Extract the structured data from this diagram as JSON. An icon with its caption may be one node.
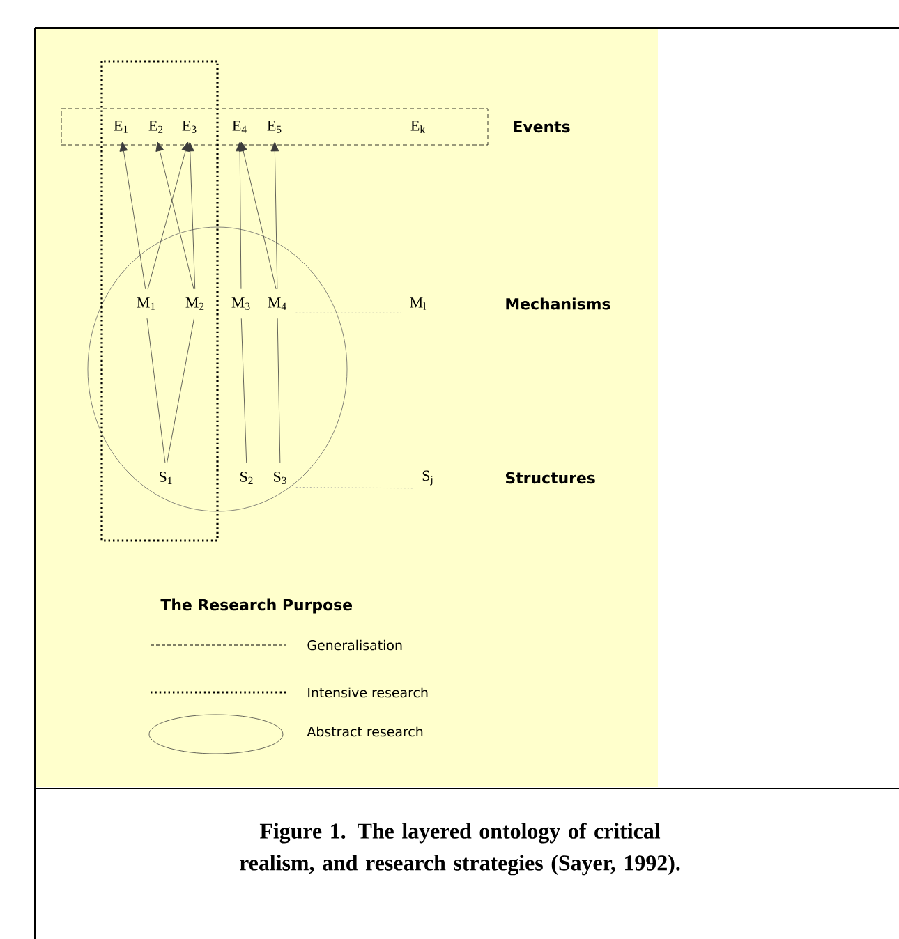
{
  "diagram": {
    "caption": "Figure 1.  The layered ontology of critical realism, and research strategies (Sayer, 1992).",
    "nodes": [
      {
        "text": [
          "Events"
        ]
      },
      {
        "text": [
          "E$_{1}$"
        ],
        "in": 0
      },
      {
        "text": [
          "E$_{2}$"
        ],
        "in": 0
      },
      {
        "text": [
          "E$_{3}$"
        ],
        "in": 0
      },
      {
        "text": [
          "E$_{4}$"
        ],
        "in": 0
      },
      {
        "text": [
          "E$_{5}$"
        ],
        "in": 0
      },
      {
        "text": [
          "E$_{k}$"
        ],
        "in": 0
      },
      {
        "text": [
          "M$_{1}$"
        ]
      },
      {
        "text": [
          "M$_{2}$"
        ]
      },
      {
        "text": [
          "M$_{3}$"
        ]
      },
      {
        "text": [
          "M$_{4}$"
        ]
      },
      {
        "text": [
          "M$_{l}$"
        ]
      },
      {
        "text": [
          "S$_{1}$"
        ]
      },
      {
        "text": [
          "S$_{2}$"
        ]
      },
      {
        "text": [
          "S$_{3}$"
        ]
      },
      {
        "text": [
          "S$_{j}$"
        ]
      }
    ],
    "edges": [
      {
        "from": 7,
        "to": 1,
        "arrow": "to"
      },
      {
        "from": 7,
        "to": 3,
        "arrow": "to"
      },
      {
        "from": 8,
        "to": 2,
        "arrow": "to"
      },
      {
        "from": 8,
        "to": 3,
        "arrow": "to"
      },
      {
        "from": 9,
        "to": 4,
        "arrow": "to"
      },
      {
        "from": 10,
        "to": 4,
        "arrow": "to"
      },
      {
        "from": 10,
        "to": 5,
        "arrow": "to"
      },
      {
        "from": 7,
        "to": 12,
        "arrow": "none"
      },
      {
        "from": 8,
        "to": 12,
        "arrow": "none"
      },
      {
        "from": 9,
        "to": 13,
        "arrow": "none"
      },
      {
        "from": 10,
        "to": 14,
        "arrow": "none"
      },
      {
        "from": 10,
        "to": 11,
        "arrow": "none",
        "style": "dashed",
        "color": "#999999"
      },
      {
        "from": 14,
        "to": 15,
        "arrow": "none",
        "style": "dashed",
        "color": "#999999"
      }
    ],
    "labels": [
      "Mechanisms",
      "Structures",
      "The Research Purpose"
    ],
    "legend": [
      {
        "text": "Generalisation"
      },
      {
        "text": "Intensive research"
      },
      {
        "text": "Abstract research"
      }
    ]
  }
}
